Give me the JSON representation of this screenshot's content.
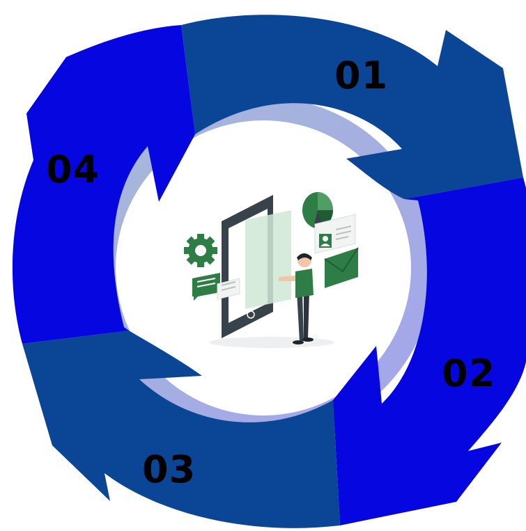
{
  "steps": [
    {
      "id": "step-1",
      "label": "01",
      "color": "#0B4595"
    },
    {
      "id": "step-2",
      "label": "02",
      "color": "#0606E0"
    },
    {
      "id": "step-3",
      "label": "03",
      "color": "#0B4595"
    },
    {
      "id": "step-4",
      "label": "04",
      "color": "#0606E0"
    }
  ],
  "inner_ring": {
    "gradient": [
      "#9FB6D6",
      "#A8A8EA"
    ]
  },
  "center_illustration": {
    "icons": [
      "smartphone-icon",
      "gear-icon",
      "chat-bubble-icon",
      "pie-chart-icon",
      "contact-card-icon",
      "envelope-icon",
      "person-figure"
    ],
    "accent": "#2E7D47",
    "dark": "#37424A"
  }
}
